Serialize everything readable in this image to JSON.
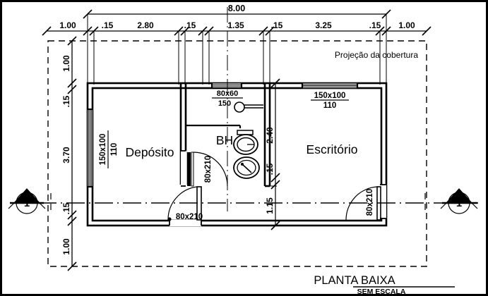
{
  "sheet": {
    "title": "PLANTA BAIXA",
    "subtitle": "SEM ESCALA",
    "roof_note": "Projeção da cobertura"
  },
  "rooms": [
    {
      "name": "deposito",
      "label": "Depósito"
    },
    {
      "name": "banheiro",
      "label": "BH"
    },
    {
      "name": "escritorio",
      "label": "Escritório"
    }
  ],
  "dimensions": {
    "top_overall": "8.00",
    "top_chain": [
      "1.00",
      ".15",
      "2.80",
      ".15",
      "1.35",
      ".15",
      "3.25",
      ".15",
      "1.00"
    ],
    "left_chain": [
      "1.00",
      ".15",
      "3.70",
      ".15",
      "1.00"
    ],
    "interior_right_chain": [
      "2.40",
      ".15",
      "1.15"
    ]
  },
  "openings": [
    {
      "name": "window-deposito-left",
      "size": "150x100",
      "sill": "110"
    },
    {
      "name": "window-escritorio-top",
      "size": "150x100",
      "sill": "110"
    },
    {
      "name": "window-banheiro-top",
      "size": "80x60",
      "sill": "150"
    },
    {
      "name": "door-deposito",
      "size": "80x210"
    },
    {
      "name": "door-banheiro",
      "size": "80x210"
    },
    {
      "name": "door-escritorio",
      "size": "80x210"
    }
  ],
  "section_markers": [
    {
      "name": "section-marker-left",
      "label": "1"
    },
    {
      "name": "section-marker-right",
      "label": "1"
    }
  ],
  "colors": {
    "ink": "#000000",
    "paper": "#ffffff"
  }
}
